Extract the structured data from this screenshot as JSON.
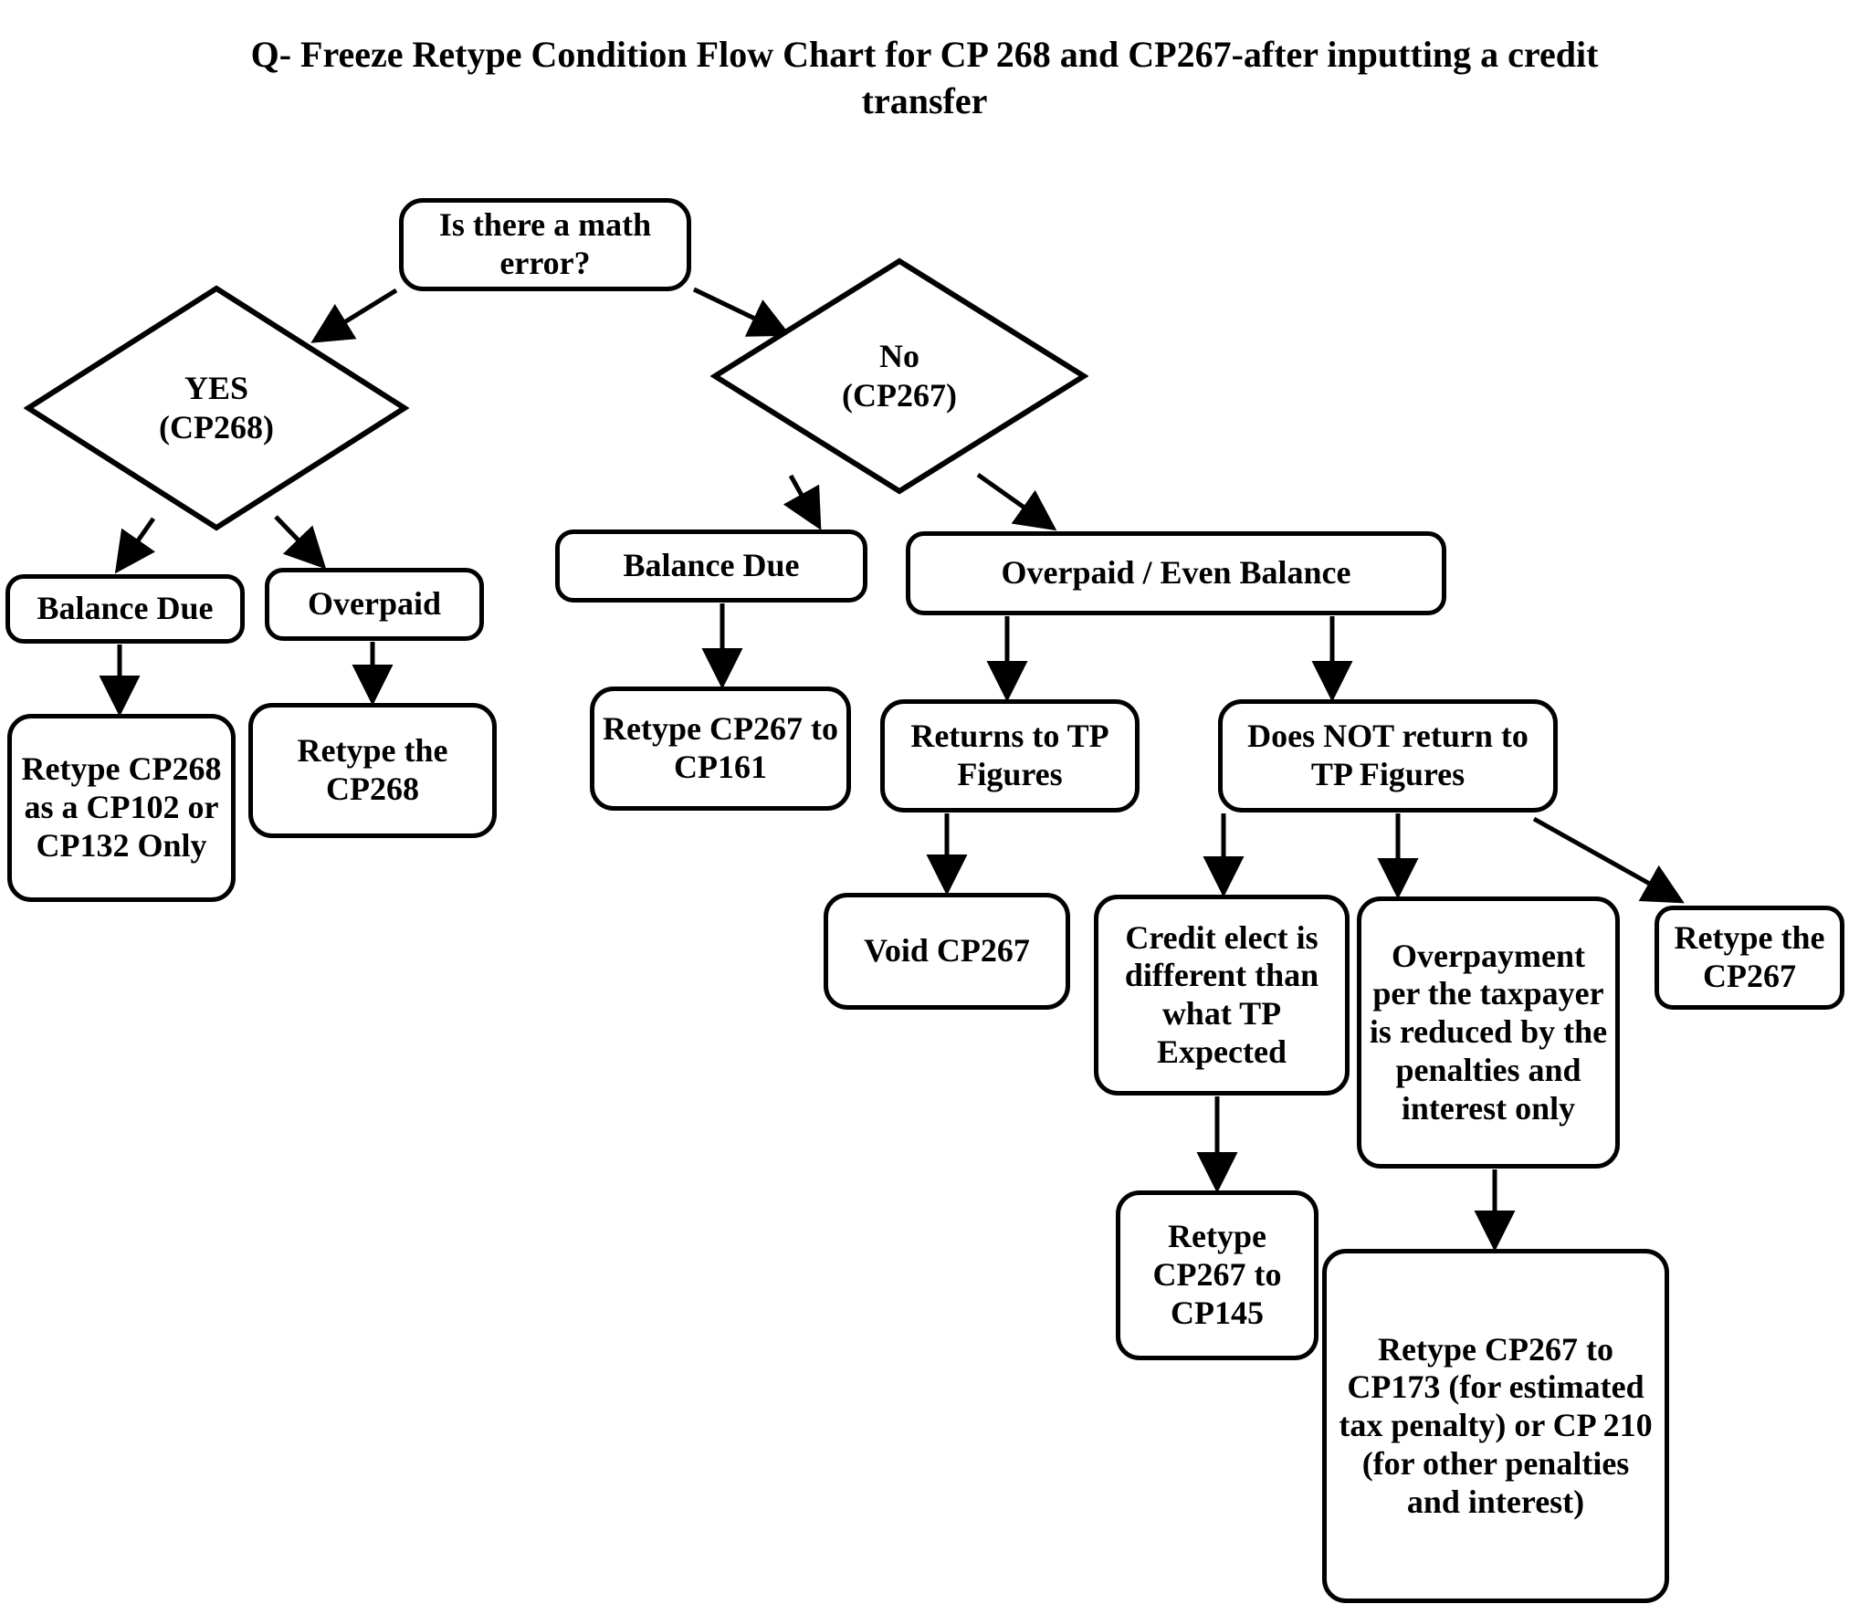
{
  "title": {
    "line1": "Q- Freeze Retype Condition Flow Chart for CP 268 and CP267-after inputting a credit",
    "line2": "transfer"
  },
  "chart_data": {
    "type": "diagram",
    "subtype": "flowchart",
    "title": "Q- Freeze Retype Condition Flow Chart for CP 268 and CP267-after inputting a credit transfer",
    "nodes": [
      {
        "id": "math-error",
        "shape": "rounded-rect",
        "label": "Is there a math error?"
      },
      {
        "id": "yes-cp268",
        "shape": "diamond",
        "label": "YES\n(CP268)"
      },
      {
        "id": "no-cp267",
        "shape": "diamond",
        "label": "No\n(CP267)"
      },
      {
        "id": "bal-due-left",
        "shape": "rounded-rect",
        "label": "Balance Due"
      },
      {
        "id": "overpaid",
        "shape": "rounded-rect",
        "label": "Overpaid"
      },
      {
        "id": "retype-268-102",
        "shape": "rounded-rect",
        "label": "Retype CP268 as a CP102 or CP132 Only"
      },
      {
        "id": "retype-the-268",
        "shape": "rounded-rect",
        "label": "Retype the CP268"
      },
      {
        "id": "bal-due-mid",
        "shape": "rounded-rect",
        "label": "Balance Due"
      },
      {
        "id": "retype-267-161",
        "shape": "rounded-rect",
        "label": "Retype CP267 to CP161"
      },
      {
        "id": "overpaid-even",
        "shape": "rounded-rect",
        "label": "Overpaid / Even Balance"
      },
      {
        "id": "returns-tp",
        "shape": "rounded-rect",
        "label": "Returns to TP Figures"
      },
      {
        "id": "void-267",
        "shape": "rounded-rect",
        "label": "Void CP267"
      },
      {
        "id": "does-not-return",
        "shape": "rounded-rect",
        "label": "Does NOT return to TP Figures"
      },
      {
        "id": "credit-elect",
        "shape": "rounded-rect",
        "label": "Credit elect is different than what TP Expected"
      },
      {
        "id": "retype-267-145",
        "shape": "rounded-rect",
        "label": "Retype CP267 to CP145"
      },
      {
        "id": "overpayment",
        "shape": "rounded-rect",
        "label": "Overpayment per the taxpayer is reduced by the penalties and interest only"
      },
      {
        "id": "retype-267-173",
        "shape": "rounded-rect",
        "label": "Retype CP267 to CP173 (for estimated tax penalty) or CP 210 (for other penalties and interest)"
      },
      {
        "id": "retype-the-267",
        "shape": "rounded-rect",
        "label": "Retype the CP267"
      }
    ],
    "edges": [
      {
        "from": "math-error",
        "to": "yes-cp268"
      },
      {
        "from": "math-error",
        "to": "no-cp267"
      },
      {
        "from": "yes-cp268",
        "to": "bal-due-left"
      },
      {
        "from": "yes-cp268",
        "to": "overpaid"
      },
      {
        "from": "bal-due-left",
        "to": "retype-268-102"
      },
      {
        "from": "overpaid",
        "to": "retype-the-268"
      },
      {
        "from": "no-cp267",
        "to": "bal-due-mid"
      },
      {
        "from": "no-cp267",
        "to": "overpaid-even"
      },
      {
        "from": "bal-due-mid",
        "to": "retype-267-161"
      },
      {
        "from": "overpaid-even",
        "to": "returns-tp"
      },
      {
        "from": "overpaid-even",
        "to": "does-not-return"
      },
      {
        "from": "returns-tp",
        "to": "void-267"
      },
      {
        "from": "does-not-return",
        "to": "credit-elect"
      },
      {
        "from": "does-not-return",
        "to": "overpayment"
      },
      {
        "from": "does-not-return",
        "to": "retype-the-267"
      },
      {
        "from": "credit-elect",
        "to": "retype-267-145"
      },
      {
        "from": "overpayment",
        "to": "retype-267-173"
      }
    ],
    "colors": {
      "stroke": "#000000",
      "fill": "#ffffff",
      "text": "#000000"
    }
  },
  "nodes": {
    "math_error": "Is there a math error?",
    "yes_cp268_line1": "YES",
    "yes_cp268_line2": "(CP268)",
    "no_cp267_line1": "No",
    "no_cp267_line2": "(CP267)",
    "bal_due_left": "Balance Due",
    "overpaid": "Overpaid",
    "retype_268_102": "Retype CP268 as a CP102 or CP132 Only",
    "retype_the_268": "Retype the CP268",
    "bal_due_mid": "Balance Due",
    "retype_267_161": "Retype CP267 to CP161",
    "overpaid_even": "Overpaid / Even Balance",
    "returns_tp": "Returns to TP Figures",
    "void_267": "Void CP267",
    "does_not_return": "Does NOT return to TP Figures",
    "credit_elect": "Credit elect is different than what TP Expected",
    "retype_267_145": "Retype CP267 to CP145",
    "overpayment": "Overpayment per the taxpayer is reduced by the penalties and interest only",
    "retype_267_173": "Retype CP267 to CP173 (for estimated tax penalty) or CP 210 (for other penalties and interest)",
    "retype_the_267": "Retype the CP267"
  }
}
